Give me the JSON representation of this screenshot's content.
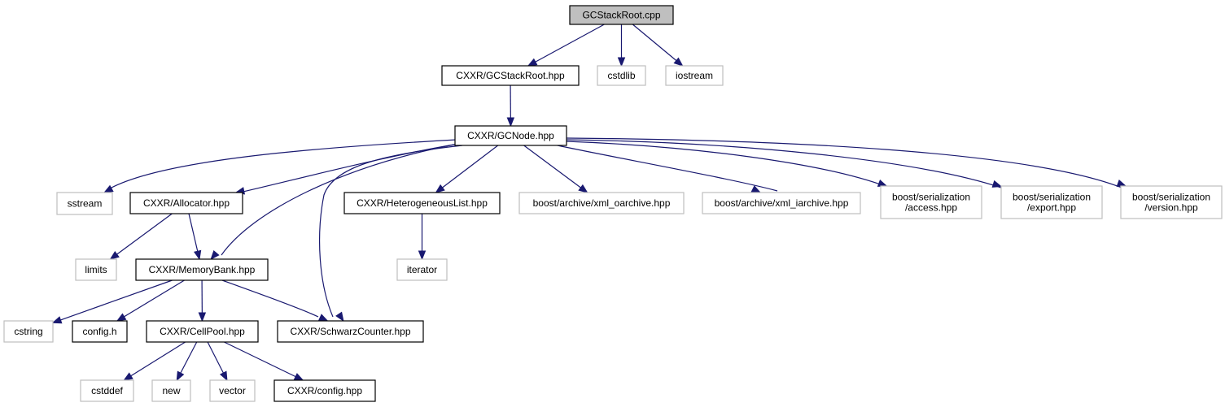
{
  "nodes": {
    "root": {
      "lines": [
        "GCStackRoot.cpp"
      ],
      "kind": "root"
    },
    "gcstackroot": {
      "lines": [
        "CXXR/GCStackRoot.hpp"
      ],
      "kind": "proj"
    },
    "cstdlib": {
      "lines": [
        "cstdlib"
      ],
      "kind": "ext"
    },
    "iostream": {
      "lines": [
        "iostream"
      ],
      "kind": "ext"
    },
    "gcnode": {
      "lines": [
        "CXXR/GCNode.hpp"
      ],
      "kind": "proj"
    },
    "sstream": {
      "lines": [
        "sstream"
      ],
      "kind": "ext"
    },
    "allocator": {
      "lines": [
        "CXXR/Allocator.hpp"
      ],
      "kind": "proj"
    },
    "hetlist": {
      "lines": [
        "CXXR/HeterogeneousList.hpp"
      ],
      "kind": "proj"
    },
    "xml_oarchive": {
      "lines": [
        "boost/archive/xml_oarchive.hpp"
      ],
      "kind": "ext"
    },
    "xml_iarchive": {
      "lines": [
        "boost/archive/xml_iarchive.hpp"
      ],
      "kind": "ext"
    },
    "ser_access": {
      "lines": [
        "boost/serialization",
        "/access.hpp"
      ],
      "kind": "ext"
    },
    "ser_export": {
      "lines": [
        "boost/serialization",
        "/export.hpp"
      ],
      "kind": "ext"
    },
    "ser_version": {
      "lines": [
        "boost/serialization",
        "/version.hpp"
      ],
      "kind": "ext"
    },
    "limits": {
      "lines": [
        "limits"
      ],
      "kind": "ext"
    },
    "memorybank": {
      "lines": [
        "CXXR/MemoryBank.hpp"
      ],
      "kind": "proj"
    },
    "iterator": {
      "lines": [
        "iterator"
      ],
      "kind": "ext"
    },
    "cstring": {
      "lines": [
        "cstring"
      ],
      "kind": "ext"
    },
    "config_h": {
      "lines": [
        "config.h"
      ],
      "kind": "proj"
    },
    "cellpool": {
      "lines": [
        "CXXR/CellPool.hpp"
      ],
      "kind": "proj"
    },
    "schwarz": {
      "lines": [
        "CXXR/SchwarzCounter.hpp"
      ],
      "kind": "proj"
    },
    "cstddef": {
      "lines": [
        "cstddef"
      ],
      "kind": "ext"
    },
    "new": {
      "lines": [
        "new"
      ],
      "kind": "ext"
    },
    "vector": {
      "lines": [
        "vector"
      ],
      "kind": "ext"
    },
    "config_hpp": {
      "lines": [
        "CXXR/config.hpp"
      ],
      "kind": "proj"
    }
  },
  "edges": [
    [
      "root",
      "gcstackroot"
    ],
    [
      "root",
      "cstdlib"
    ],
    [
      "root",
      "iostream"
    ],
    [
      "gcstackroot",
      "gcnode"
    ],
    [
      "gcnode",
      "sstream"
    ],
    [
      "gcnode",
      "allocator"
    ],
    [
      "gcnode",
      "memorybank"
    ],
    [
      "gcnode",
      "schwarz"
    ],
    [
      "gcnode",
      "hetlist"
    ],
    [
      "gcnode",
      "xml_oarchive"
    ],
    [
      "gcnode",
      "xml_iarchive"
    ],
    [
      "gcnode",
      "ser_access"
    ],
    [
      "gcnode",
      "ser_export"
    ],
    [
      "gcnode",
      "ser_version"
    ],
    [
      "allocator",
      "limits"
    ],
    [
      "allocator",
      "memorybank"
    ],
    [
      "hetlist",
      "iterator"
    ],
    [
      "memorybank",
      "cstring"
    ],
    [
      "memorybank",
      "config_h"
    ],
    [
      "memorybank",
      "cellpool"
    ],
    [
      "memorybank",
      "schwarz"
    ],
    [
      "cellpool",
      "cstddef"
    ],
    [
      "cellpool",
      "new"
    ],
    [
      "cellpool",
      "vector"
    ],
    [
      "cellpool",
      "config_hpp"
    ]
  ],
  "colors": {
    "edge": "#191970",
    "root_fill": "#bfbfbf",
    "project_border": "#000000",
    "external_border": "#bfbfbf"
  }
}
